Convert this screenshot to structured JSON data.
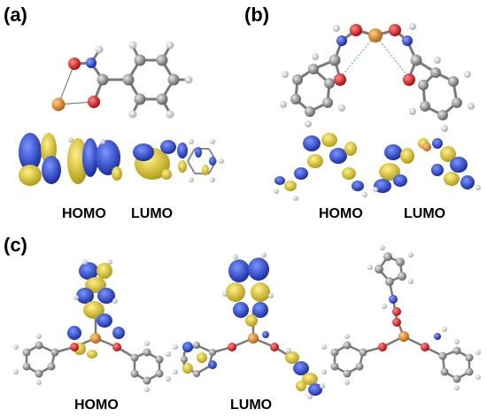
{
  "figure": {
    "panels": [
      {
        "id": "a",
        "label": "(a)",
        "orbital_labels": [
          "HOMO",
          "LUMO"
        ]
      },
      {
        "id": "b",
        "label": "(b)",
        "orbital_labels": [
          "HOMO",
          "LUMO"
        ]
      },
      {
        "id": "c",
        "label": "(c)",
        "orbital_labels": [
          "HOMO",
          "LUMO"
        ]
      }
    ],
    "colors": {
      "lobe_blue": "#1f3fd6",
      "lobe_yellow": "#e3cc14",
      "carbon": "#8a8a8a",
      "hydrogen": "#f2f2f2",
      "oxygen": "#e01212",
      "nitrogen": "#2a38d8",
      "metal": "#e08418",
      "bond": "#7a7a7a",
      "coordination_bond": "#6fa8dc"
    }
  }
}
